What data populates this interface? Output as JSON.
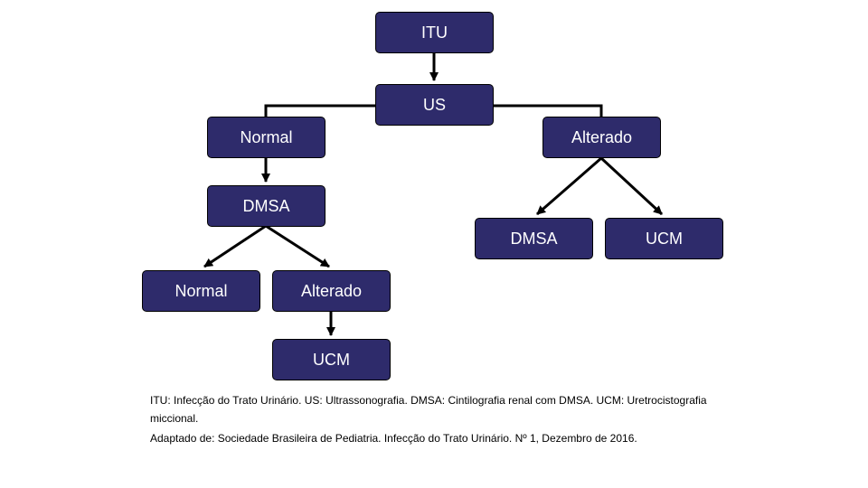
{
  "colors": {
    "node_fill": "#2e2b6b",
    "node_text": "#ffffff",
    "connector": "#000000"
  },
  "nodes": {
    "itu": "ITU",
    "us": "US",
    "normal": "Normal",
    "alterado": "Alterado",
    "normal_dmsa": "DMSA",
    "normal_dmsa_normal": "Normal",
    "normal_dmsa_alterado": "Alterado",
    "normal_dmsa_alterado_ucm": "UCM",
    "alterado_dmsa": "DMSA",
    "alterado_ucm": "UCM"
  },
  "footnotes": {
    "abbreviations": "ITU: Infecção do Trato Urinário. US: Ultrassonografia. DMSA: Cintilografia renal com DMSA. UCM: Uretrocistografia miccional.",
    "source": "Adaptado de: Sociedade Brasileira de Pediatria. Infecção do Trato Urinário. Nº 1, Dezembro de 2016."
  }
}
